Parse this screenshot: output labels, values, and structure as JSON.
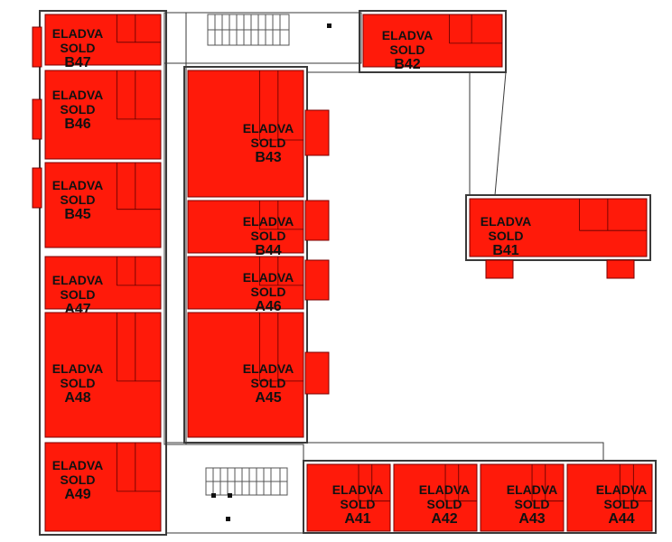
{
  "colors": {
    "sold": "#ff1a0a",
    "wall": "#3a3a3a",
    "line": "#555555",
    "background": "#ffffff"
  },
  "units": [
    {
      "id": "B47",
      "line1": "ELADVA",
      "line2": "SOLD",
      "line3": "B47",
      "status": "sold"
    },
    {
      "id": "B46",
      "line1": "ELADVA",
      "line2": "SOLD",
      "line3": "B46",
      "status": "sold"
    },
    {
      "id": "B45",
      "line1": "ELADVA",
      "line2": "SOLD",
      "line3": "B45",
      "status": "sold"
    },
    {
      "id": "A47",
      "line1": "ELADVA",
      "line2": "SOLD",
      "line3": "A47",
      "status": "sold"
    },
    {
      "id": "A48",
      "line1": "ELADVA",
      "line2": "SOLD",
      "line3": "A48",
      "status": "sold"
    },
    {
      "id": "A49",
      "line1": "ELADVA",
      "line2": "SOLD",
      "line3": "A49",
      "status": "sold"
    },
    {
      "id": "B42",
      "line1": "ELADVA",
      "line2": "SOLD",
      "line3": "B42",
      "status": "sold"
    },
    {
      "id": "B43",
      "line1": "ELADVA",
      "line2": "SOLD",
      "line3": "B43",
      "status": "sold"
    },
    {
      "id": "B44",
      "line1": "ELADVA",
      "line2": "SOLD",
      "line3": "B44",
      "status": "sold"
    },
    {
      "id": "A46",
      "line1": "ELADVA",
      "line2": "SOLD",
      "line3": "A46",
      "status": "sold"
    },
    {
      "id": "A45",
      "line1": "ELADVA",
      "line2": "SOLD",
      "line3": "A45",
      "status": "sold"
    },
    {
      "id": "B41",
      "line1": "ELADVA",
      "line2": "SOLD",
      "line3": "B41",
      "status": "sold"
    },
    {
      "id": "A41",
      "line1": "ELADVA",
      "line2": "SOLD",
      "line3": "A41",
      "status": "sold"
    },
    {
      "id": "A42",
      "line1": "ELADVA",
      "line2": "SOLD",
      "line3": "A42",
      "status": "sold"
    },
    {
      "id": "A43",
      "line1": "ELADVA",
      "line2": "SOLD",
      "line3": "A43",
      "status": "sold"
    },
    {
      "id": "A44",
      "line1": "ELADVA",
      "line2": "SOLD",
      "line3": "A44",
      "status": "sold"
    }
  ]
}
